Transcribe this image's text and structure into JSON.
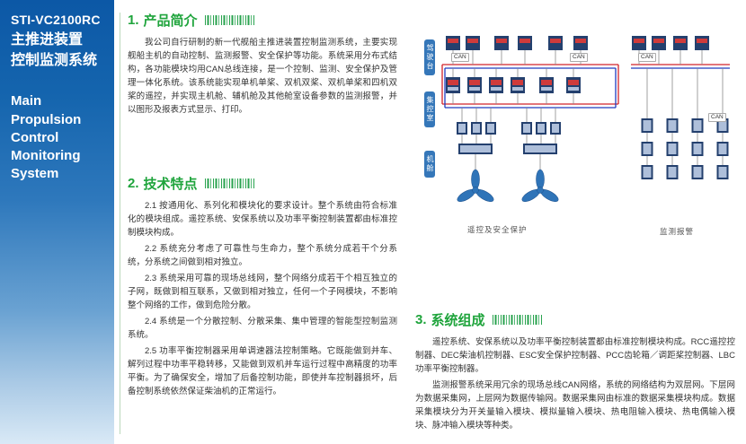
{
  "sidebar": {
    "model": "STI-VC2100RC",
    "title_cn": "主推进装置\n控制监测系统",
    "title_en": "Main\nPropulsion\nControl\nMonitoring\nSystem"
  },
  "sections": {
    "intro": {
      "num": "1.",
      "title": "产品简介",
      "paragraphs": [
        "我公司自行研制的新一代舰船主推进装置控制监测系统，主要实现舰船主机的自动控制、监测报警、安全保护等功能。系统采用分布式结构，各功能模块均用CAN总线连接，是一个控制、监测、安全保护及管理一体化系统。该系统能实现单机单桨、双机双桨、双机单桨和四机双桨的遥控，并实现主机舱、辅机舱及其他舱室设备参数的监测报警，并以图形及报表方式显示、打印。"
      ]
    },
    "features": {
      "num": "2.",
      "title": "技术特点",
      "paragraphs": [
        "2.1 按通用化、系列化和模块化的要求设计。整个系统由符合标准化的模块组成。遥控系统、安保系统以及功率平衡控制装置都由标准控制模块构成。",
        "2.2 系统充分考虑了可靠性与生命力，整个系统分成若干个分系统，分系统之间做到相对独立。",
        "2.3 系统采用可靠的现场总线网，整个网络分成若干个相互独立的子网，既做到相互联系，又做到相对独立，任何一个子网模块，不影响整个网络的工作，做到危险分散。",
        "2.4 系统是一个分散控制、分散采集、集中管理的智能型控制监测系统。",
        "2.5 功率平衡控制器采用单调速器法控制策略。它既能做到并车、解列过程中功率平稳转移，又能做到双机并车运行过程中高精度的功率平衡。为了确保安全，增加了后备控制功能，即使并车控制器损坏，后备控制系统依然保证柴油机的正常运行。"
      ]
    },
    "composition": {
      "num": "3.",
      "title": "系统组成",
      "paragraphs": [
        "遥控系统、安保系统以及功率平衡控制装置都由标准控制模块构成。RCC遥控控制器、DEC柴油机控制器、ESC安全保护控制器、PCC齿轮箱／调距桨控制器、LBC功率平衡控制器。",
        "监测报警系统采用冗余的现场总线CAN网络，系统的网络结构为双层网。下层网为数据采集网，上层网为数据传输网。数据采集网由标准的数据采集模块构成。数据采集模块分为开关量输入模块、模拟量输入模块、热电阻输入模块、热电偶输入模块、脉冲输入模块等种类。"
      ]
    }
  },
  "diagram": {
    "zones": [
      "驾驶台",
      "集控室",
      "机舱"
    ],
    "bus_label": "CAN",
    "caption_remote": "遥控及安全保护",
    "caption_monitor": "监测报警"
  },
  "colors": {
    "sidebar_blue": "#0c58a6",
    "accent_green": "#1fa43c",
    "bus_red": "#d2232a",
    "bus_blue": "#1f3bbf",
    "device_navy": "#24406e",
    "propeller_blue": "#2f74b8"
  }
}
